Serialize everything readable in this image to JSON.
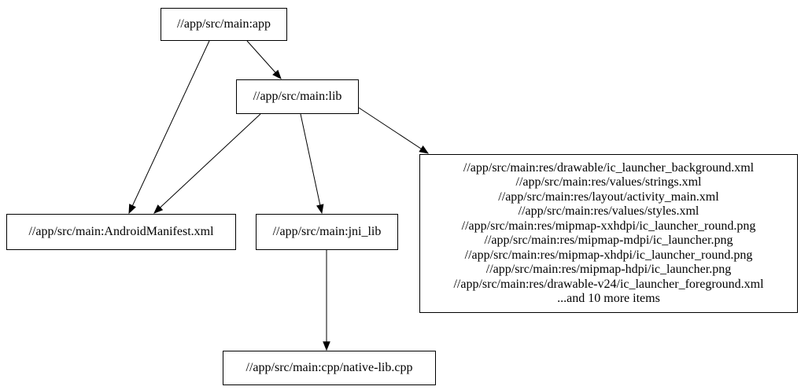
{
  "graph": {
    "type": "dependency-graph",
    "colors": {
      "background": "#ffffff",
      "node_fill": "#ffffff",
      "node_border": "#000000",
      "text": "#000000",
      "edge": "#000000"
    },
    "nodes": {
      "app": {
        "label": "//app/src/main:app"
      },
      "lib": {
        "label": "//app/src/main:lib"
      },
      "android_manifest": {
        "label": "//app/src/main:AndroidManifest.xml"
      },
      "jni_lib": {
        "label": "//app/src/main:jni_lib"
      },
      "res_files": {
        "lines": [
          "//app/src/main:res/drawable/ic_launcher_background.xml",
          "//app/src/main:res/values/strings.xml",
          "//app/src/main:res/layout/activity_main.xml",
          "//app/src/main:res/values/styles.xml",
          "//app/src/main:res/mipmap-xxhdpi/ic_launcher_round.png",
          "//app/src/main:res/mipmap-mdpi/ic_launcher.png",
          "//app/src/main:res/mipmap-xhdpi/ic_launcher_round.png",
          "//app/src/main:res/mipmap-hdpi/ic_launcher.png",
          "//app/src/main:res/drawable-v24/ic_launcher_foreground.xml",
          "...and 10 more items"
        ]
      },
      "native_lib": {
        "label": "//app/src/main:cpp/native-lib.cpp"
      }
    },
    "edges": [
      {
        "from": "app",
        "to": "lib"
      },
      {
        "from": "app",
        "to": "android_manifest"
      },
      {
        "from": "lib",
        "to": "android_manifest"
      },
      {
        "from": "lib",
        "to": "jni_lib"
      },
      {
        "from": "lib",
        "to": "res_files"
      },
      {
        "from": "jni_lib",
        "to": "native_lib"
      }
    ]
  }
}
